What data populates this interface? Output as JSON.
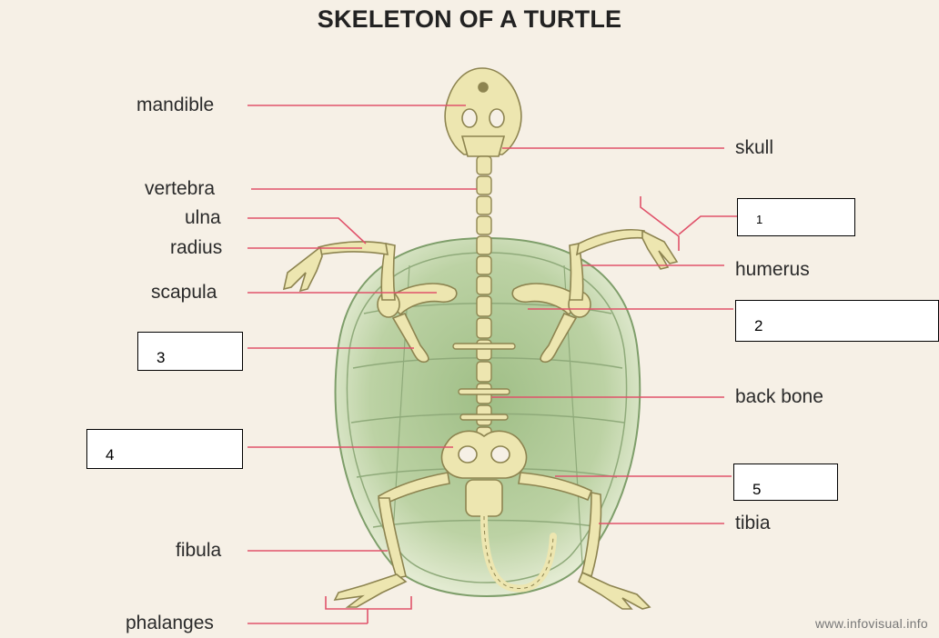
{
  "title": "SKELETON OF A TURTLE",
  "labels": {
    "mandible": "mandible",
    "vertebra": "vertebra",
    "ulna": "ulna",
    "radius": "radius",
    "scapula": "scapula",
    "fibula": "fibula",
    "phalanges": "phalanges",
    "skull": "skull",
    "humerus": "humerus",
    "back_bone": "back bone",
    "tibia": "tibia"
  },
  "answer_boxes": [
    "1",
    "2",
    "3",
    "4",
    "5"
  ],
  "credit": "www.infovisual.info",
  "colors": {
    "background": "#f6f0e6",
    "leader_line": "#e0526a",
    "bone": "#ede6b0",
    "bone_outline": "#8d8450",
    "shell": "#b7cc9a",
    "shell_dark": "#7e9e6a"
  }
}
